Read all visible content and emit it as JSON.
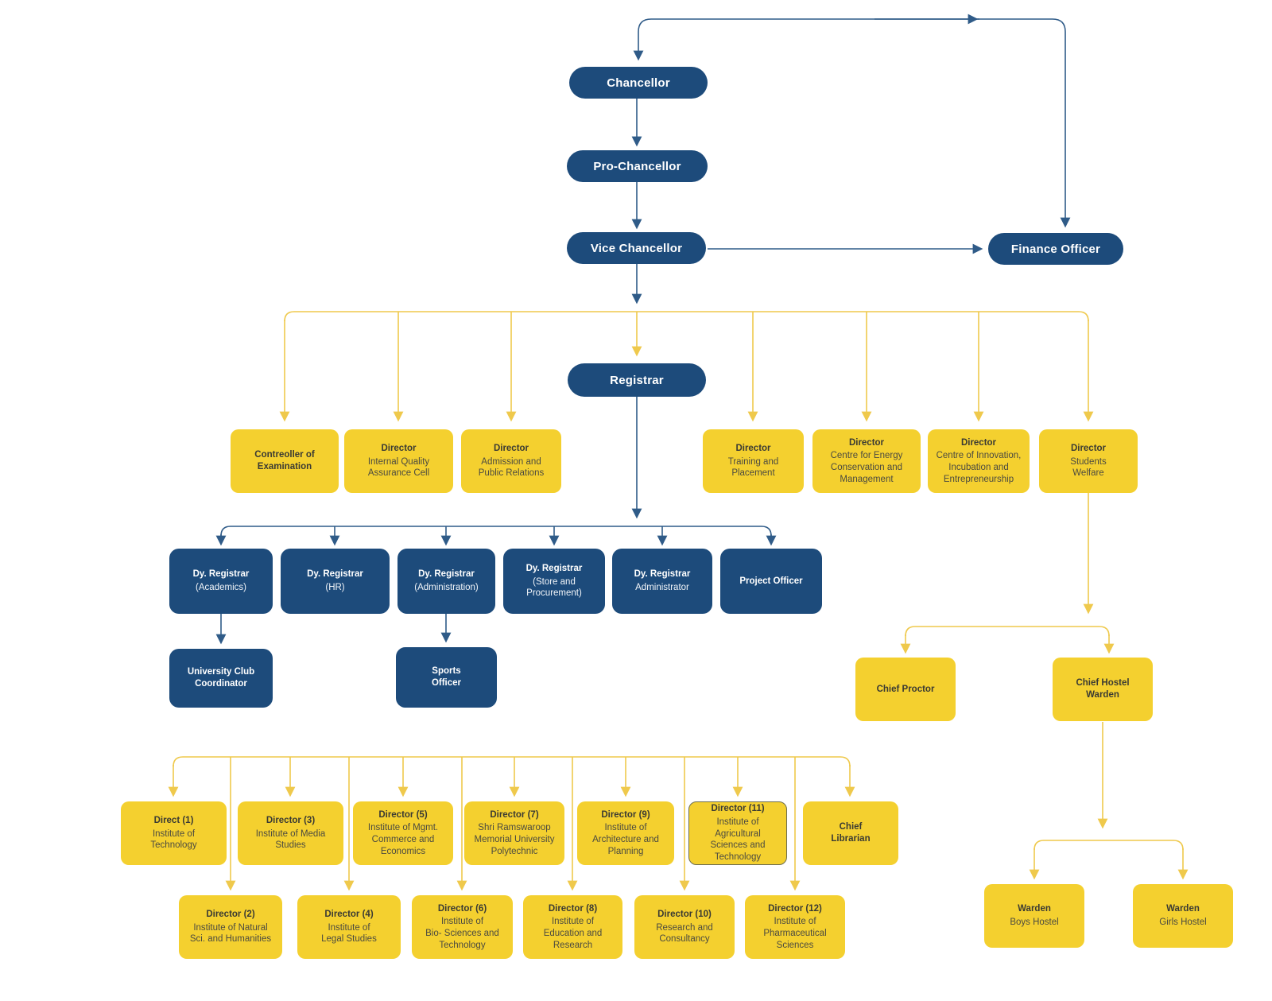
{
  "colors": {
    "navy": "#1D4B7B",
    "yellow": "#F4D02F",
    "line_blue": "#2F5B88",
    "line_yellow": "#EFC94C"
  },
  "nodes": [
    {
      "id": "chancellor",
      "title": "Chancellor"
    },
    {
      "id": "pro_chancellor",
      "title": "Pro-Chancellor"
    },
    {
      "id": "vice_chancellor",
      "title": "Vice Chancellor"
    },
    {
      "id": "finance_officer",
      "title": "Finance Officer"
    },
    {
      "id": "registrar",
      "title": "Registrar"
    },
    {
      "id": "controller",
      "title": "Contreoller of\nExamination"
    },
    {
      "id": "iqac",
      "title": "Director",
      "subtitle": "Internal Quality\nAssurance Cell"
    },
    {
      "id": "admission",
      "title": "Director",
      "subtitle": "Admission and\nPublic Relations"
    },
    {
      "id": "training",
      "title": "Director",
      "subtitle": "Training and\nPlacement"
    },
    {
      "id": "energy",
      "title": "Director",
      "subtitle": "Centre for Energy\nConservation and\nManagement"
    },
    {
      "id": "innovation",
      "title": "Director",
      "subtitle": "Centre of Innovation,\nIncubation and\nEntrepreneurship"
    },
    {
      "id": "welfare",
      "title": "Director",
      "subtitle": "Students\nWelfare"
    },
    {
      "id": "dyr_acad",
      "title": "Dy. Registrar",
      "subtitle": "(Academics)"
    },
    {
      "id": "dyr_hr",
      "title": "Dy. Registrar",
      "subtitle": "(HR)"
    },
    {
      "id": "dyr_admin",
      "title": "Dy. Registrar",
      "subtitle": "(Administration)"
    },
    {
      "id": "dyr_store",
      "title": "Dy. Registrar",
      "subtitle": "(Store and\nProcurement)"
    },
    {
      "id": "dyr_administrator",
      "title": "Dy. Registrar",
      "subtitle": "Administrator"
    },
    {
      "id": "project_officer",
      "title": "Project Officer"
    },
    {
      "id": "club",
      "title": "University Club\nCoordinator"
    },
    {
      "id": "sports",
      "title": "Sports\nOfficer"
    },
    {
      "id": "chief_proctor",
      "title": "Chief Proctor"
    },
    {
      "id": "chief_hostel_warden",
      "title": "Chief Hostel\nWarden"
    },
    {
      "id": "dir1",
      "title": "Direct (1)",
      "subtitle": "Institute of\nTechnology"
    },
    {
      "id": "dir3",
      "title": "Director (3)",
      "subtitle": "Institute of Media\nStudies"
    },
    {
      "id": "dir5",
      "title": "Director (5)",
      "subtitle": "Institute of Mgmt.\nCommerce and\nEconomics"
    },
    {
      "id": "dir7",
      "title": "Director (7)",
      "subtitle": "Shri Ramswaroop\nMemorial University\nPolytechnic"
    },
    {
      "id": "dir9",
      "title": "Director (9)",
      "subtitle": "Institute of\nArchitecture and\nPlanning"
    },
    {
      "id": "dir11",
      "title": "Director (11)",
      "subtitle": "Institute of Agricultural\nSciences and\nTechnology",
      "outlined": true
    },
    {
      "id": "chief_librarian",
      "title": "Chief\nLibrarian"
    },
    {
      "id": "dir2",
      "title": "Director (2)",
      "subtitle": "Institute of Natural\nSci. and Humanities"
    },
    {
      "id": "dir4",
      "title": "Director (4)",
      "subtitle": "Institute of\nLegal Studies"
    },
    {
      "id": "dir6",
      "title": "Director (6)",
      "subtitle": "Institute of\nBio- Sciences and\nTechnology"
    },
    {
      "id": "dir8",
      "title": "Director (8)",
      "subtitle": "Institute of\nEducation and\nResearch"
    },
    {
      "id": "dir10",
      "title": "Director (10)",
      "subtitle": "Research and\nConsultancy"
    },
    {
      "id": "dir12",
      "title": "Director (12)",
      "subtitle": "Institute of\nPharmaceutical\nSciences"
    },
    {
      "id": "warden_boys",
      "title": "Warden",
      "subtitle": "Boys Hostel"
    },
    {
      "id": "warden_girls",
      "title": "Warden",
      "subtitle": "Girls Hostel"
    }
  ]
}
